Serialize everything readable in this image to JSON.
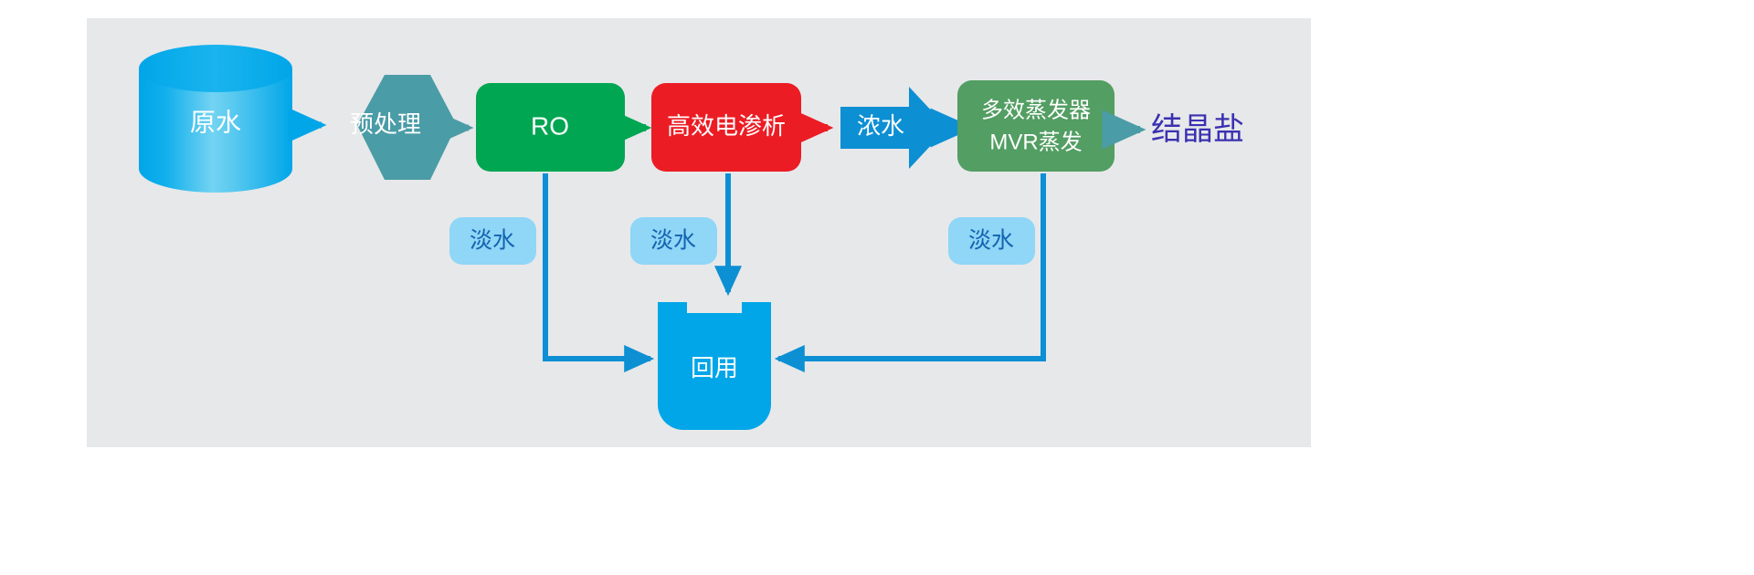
{
  "canvas": {
    "background": "#e7e8ea",
    "page_background": "#ffffff"
  },
  "colors": {
    "raw_water_blue": "#00a6e8",
    "pretreat_teal": "#4a9ca6",
    "ro_green": "#00a651",
    "ed_red": "#ec1c24",
    "brine_blue": "#0d8fd4",
    "mvr_green": "#539e63",
    "freshwater_chip": "#8fd6f7",
    "freshwater_text": "#1463b0",
    "salt_text": "#3b31b0",
    "connector_blue": "#0d8fd4",
    "label_white": "#ffffff"
  },
  "nodes": {
    "raw_water": {
      "label": "原水",
      "shape": "cylinder"
    },
    "pretreatment": {
      "label": "预处理",
      "shape": "hexagon"
    },
    "ro": {
      "label": "RO",
      "shape": "rounded-rect"
    },
    "electrodialysis": {
      "label": "高效电渗析",
      "shape": "rounded-rect"
    },
    "brine": {
      "label": "浓水",
      "shape": "block-arrow"
    },
    "mvr": {
      "label_line1": "多效蒸发器",
      "label_line2": "MVR蒸发",
      "shape": "rounded-rect"
    },
    "crystal_salt": {
      "label": "结晶盐",
      "shape": "text"
    },
    "reuse_tank": {
      "label": "回用",
      "shape": "tank"
    }
  },
  "freshwater_tags": [
    {
      "label": "淡水",
      "source": "ro"
    },
    {
      "label": "淡水",
      "source": "electrodialysis"
    },
    {
      "label": "淡水",
      "source": "mvr"
    }
  ],
  "connectors": [
    {
      "from": "raw_water",
      "to": "pretreatment",
      "color": "#00a6e8"
    },
    {
      "from": "pretreatment",
      "to": "ro",
      "color": "#4a9ca6"
    },
    {
      "from": "ro",
      "to": "electrodialysis",
      "color": "#00a651"
    },
    {
      "from": "electrodialysis",
      "to": "brine",
      "color": "#ec1c24"
    },
    {
      "from": "brine",
      "to": "mvr",
      "color": "#0d8fd4"
    },
    {
      "from": "mvr",
      "to": "crystal_salt",
      "color": "#4a9ca6"
    },
    {
      "from": "ro",
      "to": "reuse_tank",
      "color": "#0d8fd4"
    },
    {
      "from": "electrodialysis",
      "to": "reuse_tank",
      "color": "#0d8fd4"
    },
    {
      "from": "mvr",
      "to": "reuse_tank",
      "color": "#0d8fd4"
    }
  ]
}
